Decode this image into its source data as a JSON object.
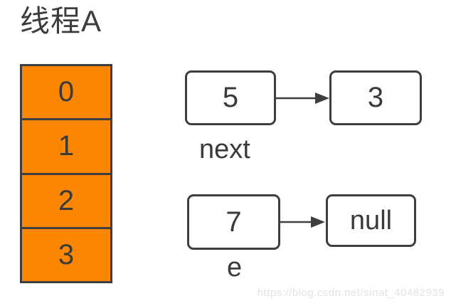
{
  "title": "线程A",
  "array": {
    "cells": [
      "0",
      "1",
      "2",
      "3"
    ]
  },
  "list1": {
    "node_a": "5",
    "node_b": "3",
    "label": "next"
  },
  "list2": {
    "node_a": "7",
    "node_b": "null",
    "label": "e"
  },
  "watermark": "https://blog.csdn.net/sinat_40482939",
  "colors": {
    "array_fill": "#fb8604",
    "stroke": "#3e3e3e",
    "text": "#3a3a3a",
    "node_fill": "#ffffff",
    "watermark": "#e3e3e3"
  }
}
